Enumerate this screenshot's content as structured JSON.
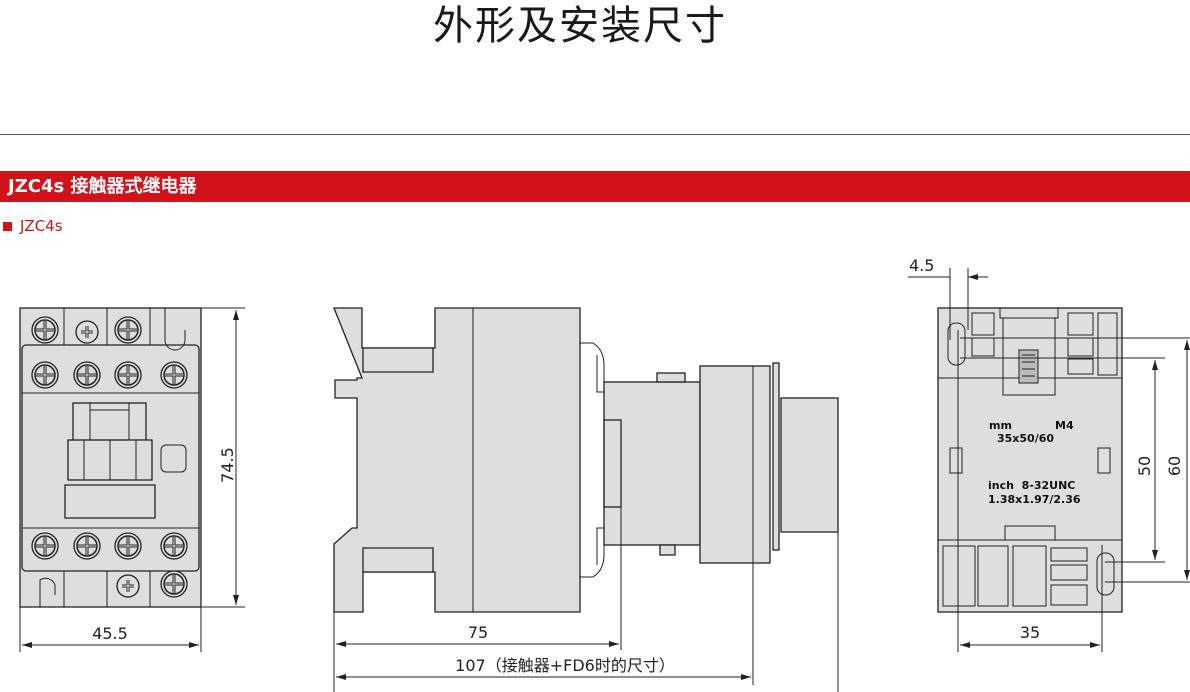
{
  "header": {
    "title": "外形及安装尺寸"
  },
  "section": {
    "label": "JZC4s 接触器式继电器",
    "accent_color": "#d2121b"
  },
  "subheading": {
    "label": "JZC4s"
  },
  "front_view": {
    "height_dim": "74.5",
    "width_dim": "45.5"
  },
  "side_view": {
    "depth_dim": "75",
    "depth_with_fd6_dim": "107（接触器+FD6时的尺寸）"
  },
  "mount_view": {
    "offset_dim": "4.5",
    "width_dim": "35",
    "height_dim_1": "50",
    "height_dim_2": "60",
    "label_mm": "mm",
    "label_screw": "M4",
    "label_mm_values": "35x50/60",
    "label_inch": "inch  8-32UNC",
    "label_inch_values": "1.38x1.97/2.36"
  }
}
